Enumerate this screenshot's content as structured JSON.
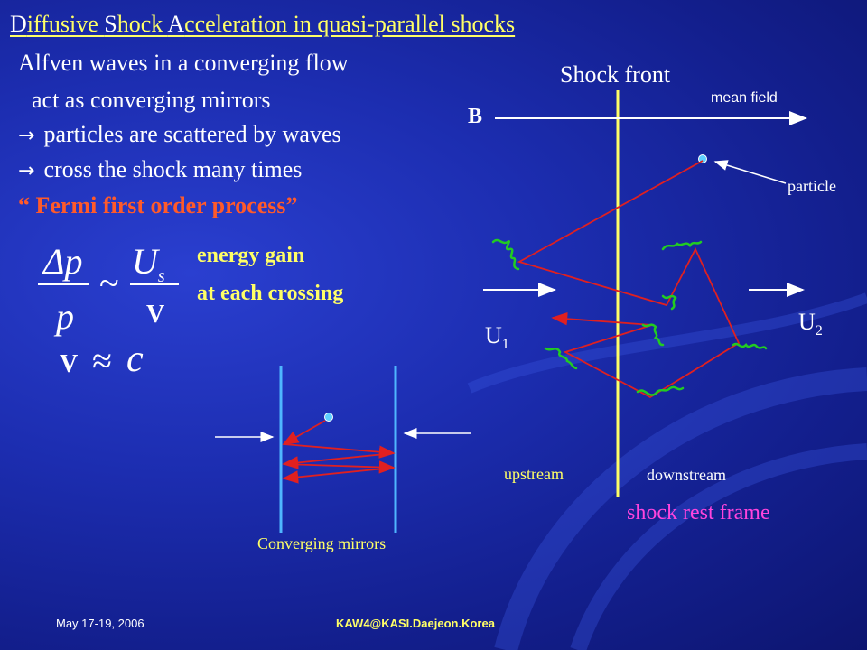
{
  "title": {
    "word1_cap": "D",
    "word1_rest": "iffusive ",
    "word2_cap": "S",
    "word2_rest": "hock ",
    "word3_cap": "A",
    "word3_rest": "cceleration in quasi-parallel shocks"
  },
  "text": {
    "line1": "Alfven waves in a converging flow",
    "line2": "act as converging mirrors",
    "line3": "particles are scattered by waves",
    "line4": "cross the shock many times",
    "fermi": "“ Fermi first order process”",
    "arrow_glyph": "→"
  },
  "formula": {
    "numerator_left": "Δp",
    "denominator_left": "p",
    "tilde": "~",
    "numerator_right": "U",
    "numerator_right_sub": "s",
    "denominator_right": "V",
    "approx_left": "V",
    "approx_sym": "≈",
    "approx_right": "c"
  },
  "energy_gain": {
    "line1": "energy gain",
    "line2": "at each crossing"
  },
  "mirrors_label": "Converging mirrors",
  "diagram": {
    "shock_front": "Shock front",
    "mean_field": "mean field",
    "B": "B",
    "particle": "particle",
    "u1": "U",
    "u1_sub": "1",
    "u2": "U",
    "u2_sub": "2",
    "upstream": "upstream",
    "downstream": "downstream",
    "rest_frame": "shock rest frame"
  },
  "footer": {
    "date": "May 17-19, 2006",
    "center": "KAW4@KASI.Daejeon.Korea"
  },
  "colors": {
    "title": "#ffff66",
    "fermi": "#ff5a2a",
    "shock_line": "#ffff66",
    "path": "#e02020",
    "wave": "#22cc22",
    "mirror": "#4fb6ff",
    "rest_frame": "#ff44dd"
  }
}
